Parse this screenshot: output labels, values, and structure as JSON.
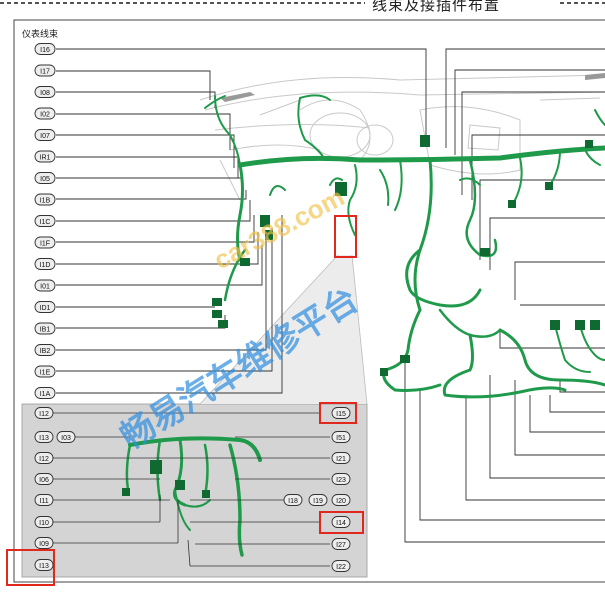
{
  "header": {
    "title": "线束及接插件布置"
  },
  "section": {
    "label": "仪表线束"
  },
  "watermarks": [
    "car388.com",
    "畅易汽车维修平台"
  ],
  "connectors_left": [
    "I16",
    "I17",
    "I08",
    "I02",
    "I07",
    "IR1",
    "I05",
    "I1B",
    "I1C",
    "I1F",
    "I1D",
    "I01",
    "ID1",
    "IB1",
    "IB2",
    "I1E",
    "I1A"
  ],
  "inset": {
    "left_labels": [
      "I12",
      "I13",
      "I03",
      "I12",
      "I06",
      "I11",
      "I10",
      "I09"
    ],
    "right_labels": [
      "I15",
      "I51",
      "I21",
      "I23",
      "I18",
      "I19",
      "I20",
      "I14",
      "I27",
      "I22"
    ],
    "bottom_left_label": "I13"
  },
  "colors": {
    "harness": "#1f9a4a",
    "harness_dark": "#0e6a30",
    "highlight": "#e0281e",
    "watermark": "#2f8fe0",
    "panel": "#d4d4d4"
  }
}
